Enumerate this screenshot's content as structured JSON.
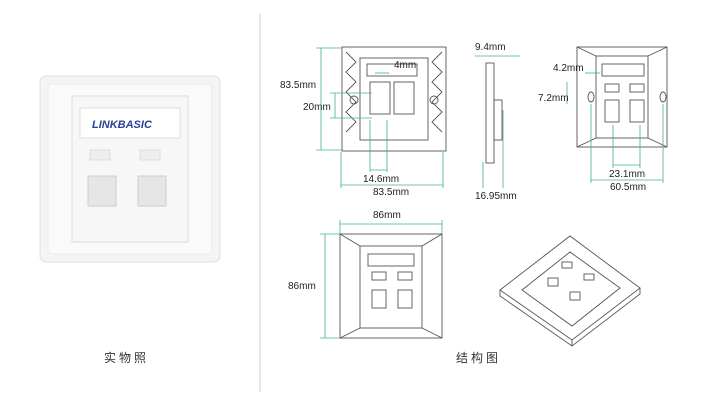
{
  "photo": {
    "brand": "LINKBASIC",
    "caption": "实物照"
  },
  "drawings": {
    "caption": "结构图",
    "back_view": {
      "height": "83.5mm",
      "width": "83.5mm",
      "module_height": "20mm",
      "module_width": "14.6mm",
      "gap": "4mm"
    },
    "side_view": {
      "top": "9.4mm",
      "depth": "16.95mm"
    },
    "front_view": {
      "label_offset": "4.2mm",
      "hole_offset": "7.2mm",
      "port_pitch": "23.1mm",
      "hole_pitch": "60.5mm"
    },
    "outer_view": {
      "width": "86mm",
      "height": "86mm"
    }
  },
  "colors": {
    "dimension": "#3cb878",
    "outline": "#555555",
    "divider": "#cccccc"
  }
}
